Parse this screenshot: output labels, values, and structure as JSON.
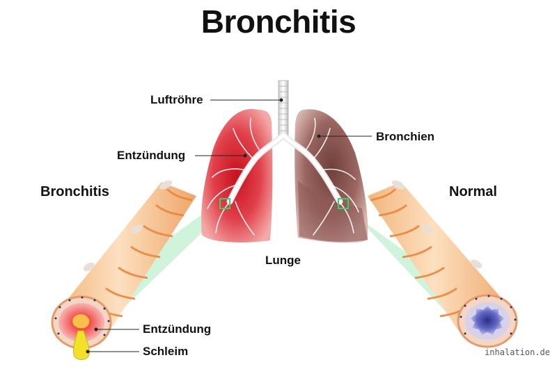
{
  "title": "Bronchitis",
  "labels": {
    "trachea": "Luftröhre",
    "inflammation_lung": "Entzündung",
    "bronchi": "Bronchien",
    "lung": "Lunge",
    "bronchitis_side": "Bronchitis",
    "normal_side": "Normal",
    "inflammation_tube": "Entzündung",
    "mucus": "Schleim"
  },
  "credit": "inhalation.de",
  "colors": {
    "inflamed_lung": "#d9404a",
    "healthy_lung": "#9b6560",
    "tube_outer": "#f6c08a",
    "tube_stripe": "#e8924a",
    "zoom_region": "#9fe6b8",
    "inflamed_lumen": "#e8243a",
    "normal_lumen": "#5a5fb8",
    "mucus": "#f2e02a"
  }
}
